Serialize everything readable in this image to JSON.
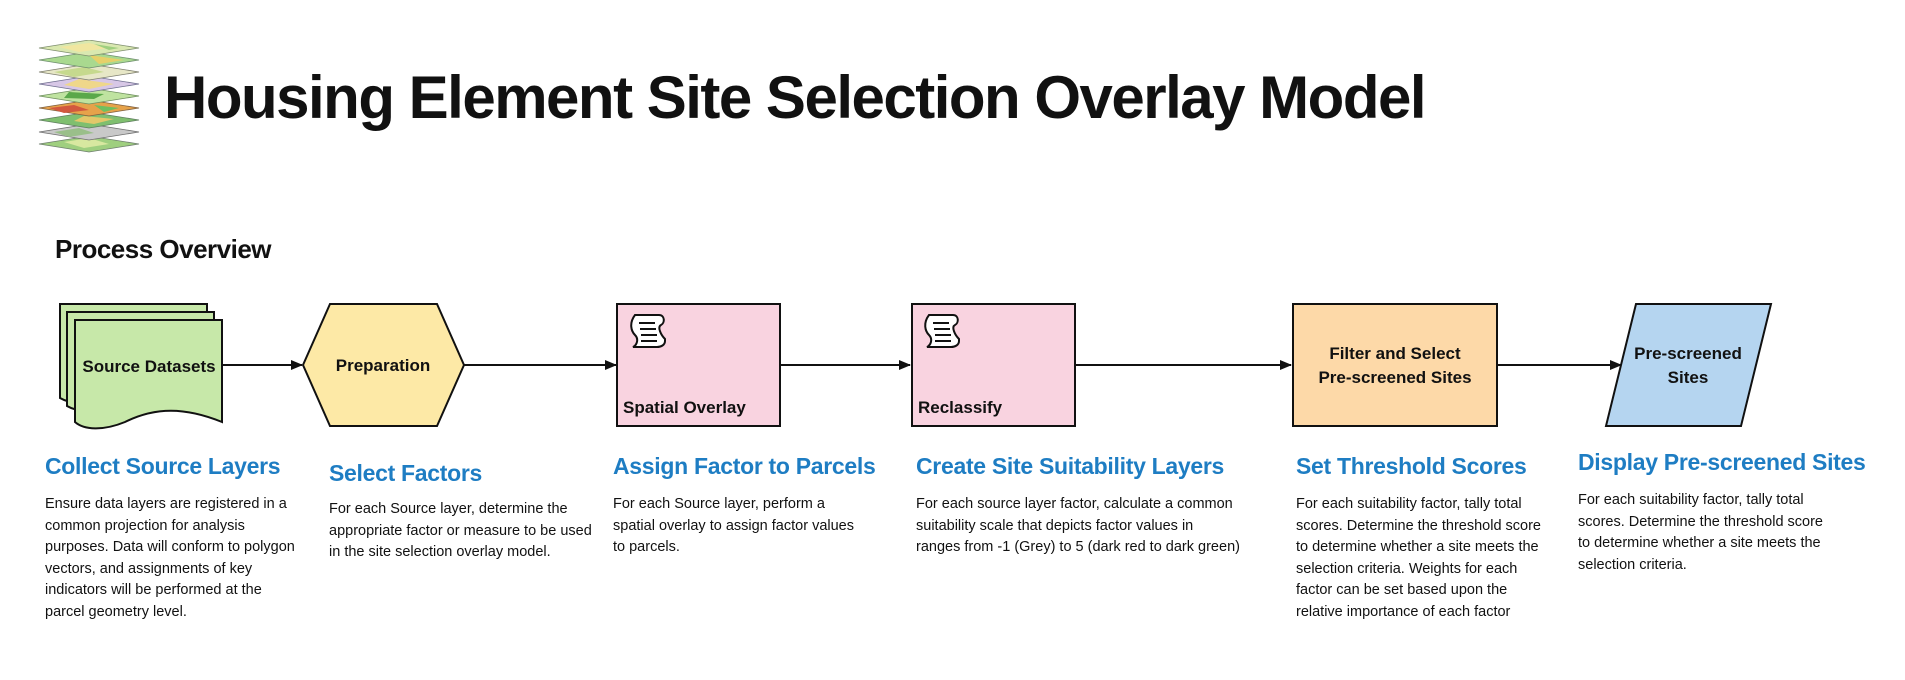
{
  "header": {
    "title": "Housing Element Site Selection Overlay Model",
    "logo_icon": "stacked-map-layers-icon"
  },
  "section": {
    "title": "Process Overview"
  },
  "flow": {
    "nodes": [
      {
        "label": "Source Datasets",
        "shape": "multi-document",
        "fill": "#c7e8a9"
      },
      {
        "label": "Preparation",
        "shape": "hexagon",
        "fill": "#fde9a6"
      },
      {
        "label": "Spatial Overlay",
        "shape": "script-rectangle",
        "fill": "#f9d3e0",
        "icon": "script-scroll-icon"
      },
      {
        "label": "Reclassify",
        "shape": "script-rectangle",
        "fill": "#f9d3e0",
        "icon": "script-scroll-icon"
      },
      {
        "label_line1": "Filter and Select",
        "label_line2": "Pre-screened Sites",
        "shape": "rectangle",
        "fill": "#fdd9a8"
      },
      {
        "label_line1": "Pre-screened",
        "label_line2": "Sites",
        "shape": "parallelogram",
        "fill": "#b5d5f0"
      }
    ]
  },
  "steps": [
    {
      "heading": "Collect Source Layers",
      "description": "Ensure data layers are registered in a common projection for analysis purposes.  Data will conform to polygon vectors, and assignments  of key indicators will be performed at the parcel geometry level."
    },
    {
      "heading": "Select Factors",
      "description": "For each Source layer, determine the appropriate factor or measure to be used in the site selection overlay model."
    },
    {
      "heading": "Assign Factor to Parcels",
      "description": "For each Source layer, perform a spatial overlay to assign factor values to parcels."
    },
    {
      "heading": "Create Site Suitability Layers",
      "description": "For each source layer factor, calculate a common suitability scale that depicts factor values in ranges from  -1 (Grey) to 5 (dark red to dark green)"
    },
    {
      "heading": "Set Threshold Scores",
      "description": "For each suitability factor, tally total scores.  Determine the threshold score to determine whether a site meets the selection criteria. Weights for each factor can be set based upon the relative importance of each factor"
    },
    {
      "heading": "Display Pre-screened Sites",
      "description": "For each suitability factor, tally total scores.  Determine the threshold score to determine whether a site meets the selection criteria."
    }
  ],
  "colors": {
    "heading_blue": "#1e7dc3",
    "outline": "#111111"
  }
}
